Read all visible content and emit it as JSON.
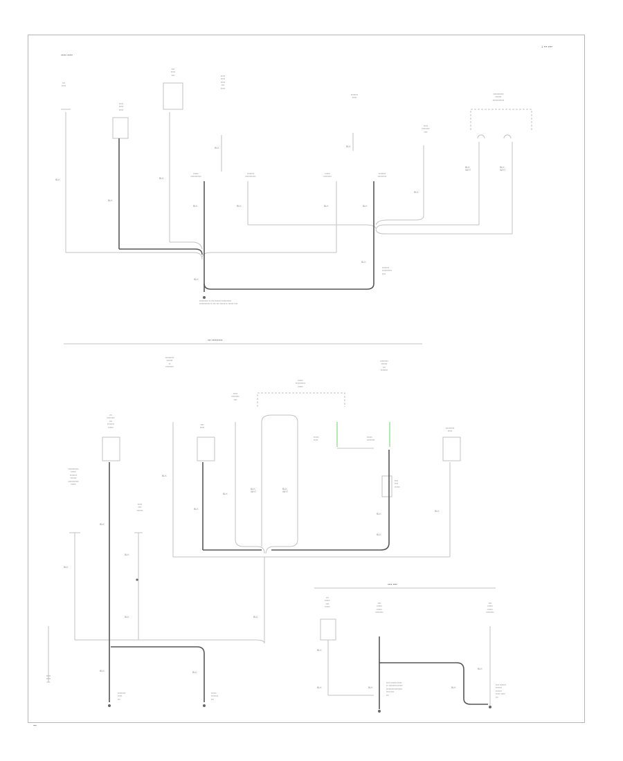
{
  "page": {
    "code": "1  ▪▪▪  ▪▪▪▪",
    "footer_code": "▪▪▪"
  },
  "sections": {
    "top": "▪▪▪▪▪ ▪▪▪▪▪",
    "middle": "▪▪▪ ▪▪▪▪▪▪▪▪▪▪",
    "bottom": "▪▪▪▪ ▪▪▪▪"
  },
  "wire_colors": {
    "blk": "BLK",
    "blk_wht": "BLK\nWHT",
    "grn": "GRN"
  },
  "colors": {
    "line": "#c2c2c2",
    "dark_wire": "#555555",
    "green_wire": "#7fdc7f",
    "frame": "#b5b5b5",
    "text": "#8f8f8f"
  },
  "components": {
    "top": [
      "▪▪▪\n▪▪▪▪▪",
      "▪▪▪▪▪\n▪▪▪▪▪\n▪▪▪▪▪",
      "▪▪▪▪\n▪▪▪▪▪\n▪▪▪▪",
      "▪▪▪▪▪\n▪▪▪▪▪\n▪▪▪▪▪\n▪▪▪▪\n▪▪▪▪▪",
      "▪▪▪▪▪▪▪▪\n▪▪▪▪▪",
      "▪▪▪▪▪\n▪▪▪▪▪▪▪▪▪\n▪▪▪▪",
      "▪▪▪▪▪▪▪▪▪▪▪▪\n▪▪▪▪▪▪▪\n▪▪▪▪▪▪▪▪▪▪▪▪▪"
    ],
    "top_branch": [
      "▪▪▪▪▪▪\n▪▪▪▪▪▪▪▪▪▪▪▪",
      "▪▪▪▪▪▪▪▪\n▪▪▪▪▪▪▪▪▪▪▪▪",
      "▪▪▪▪▪▪\n▪▪▪▪▪▪▪▪▪",
      "▪▪▪▪▪▪▪▪\n▪▪▪▪▪▪▪▪▪▪"
    ],
    "top_splice": "▪▪▪▪▪▪▪▪\n▪▪▪▪▪▪▪▪▪▪▪\n▪▪▪▪",
    "top_ground": "▪▪▪▪▪▪▪▪▪▪ ▪▪ ▪▪▪       ▪▪▪▪▪▪▪ ▪▪▪▪▪▪▪▪▪▪▪\n▪▪▪▪▪▪▪▪▪▪▪▪ ▪▪ ▪▪▪ ▪▪▪    ▪▪▪▪▪▪ ▪▪ ▪▪▪▪▪▪ ▪▪▪▪",
    "middle": [
      "▪▪▪▪▪▪▪▪▪▪\n▪▪▪▪▪▪▪\n▪▪\n▪▪▪▪▪▪▪▪▪",
      "▪▪▪▪▪▪▪▪▪\n▪▪▪▪▪▪▪\n▪▪▪\n▪▪▪▪▪▪▪▪",
      "▪▪▪▪\n▪▪▪▪▪",
      "▪▪▪▪▪\n▪▪▪▪▪▪▪▪▪\n▪▪▪▪",
      "▪▪▪▪▪▪\n▪▪▪▪▪▪▪▪▪▪▪\n▪▪▪▪▪▪",
      "▪▪▪\n▪▪▪▪▪▪▪▪▪\n▪▪▪\n▪▪▪▪▪▪▪▪\n▪▪▪▪▪▪",
      "▪▪▪▪▪▪▪▪▪▪\n▪▪▪▪▪",
      "▪▪▪▪▪▪▪▪▪▪▪▪\n▪▪▪▪▪▪\n▪▪▪▪▪▪▪▪\n▪▪▪▪▪▪▪\n▪▪▪▪▪▪▪▪▪▪▪▪\n▪▪▪▪▪▪",
      "▪▪▪▪▪\n▪▪▪▪\n▪▪▪▪▪▪▪",
      "▪▪▪▪\n▪▪▪▪\n▪▪▪▪▪▪",
      "▪▪▪▪▪▪\n▪▪▪▪▪",
      "▪▪▪▪▪▪\n▪▪▪▪▪▪▪▪▪",
      "▪▪▪▪▪\n▪▪▪▪▪\n▪▪▪▪"
    ],
    "middle_grounds": [
      "▪▪▪▪▪▪▪▪▪\n▪▪▪▪▪\n▪▪▪",
      "▪▪▪▪▪▪\n▪▪▪▪▪▪▪▪\n▪▪▪"
    ],
    "bottom": [
      "▪▪▪\n▪▪▪▪▪▪\n▪▪▪▪\n▪▪▪▪▪▪",
      "▪▪▪▪\n▪▪▪▪▪▪\n▪▪▪▪▪▪\n▪▪▪▪▪▪▪▪▪",
      "▪▪▪▪\n▪▪▪▪▪▪\n▪▪▪▪▪▪\n▪▪▪▪▪▪▪▪▪"
    ],
    "bottom_grounds": [
      "▪▪▪▪ ▪▪▪▪▪▪▪ ▪▪▪▪▪\n▪▪ ▪▪▪▪▪▪▪▪▪ ▪▪▪▪▪▪\n▪▪▪▪▪▪▪▪▪▪▪▪▪▪▪▪▪▪\n▪▪▪▪ ▪▪▪▪\n▪▪▪",
      "▪▪▪▪ ▪▪▪▪▪▪▪\n▪▪▪▪▪▪▪\n▪▪▪▪▪▪▪\n▪▪▪▪▪ ▪▪▪▪▪\n▪▪▪"
    ]
  }
}
